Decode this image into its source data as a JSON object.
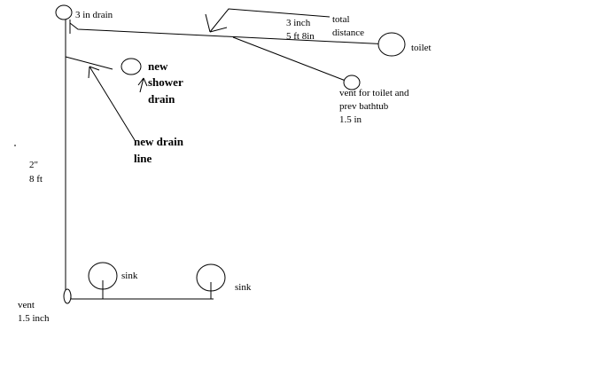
{
  "labels": {
    "main_drain": "3 in drain",
    "pipe_size_3inch": "3 inch",
    "pipe_length_5ft8in": "5 ft 8in",
    "total_distance_1": "total",
    "total_distance_2": "distance",
    "toilet": "toilet",
    "vent_toilet_1": "vent for toilet and",
    "vent_toilet_2": "prev bathtub",
    "vent_toilet_3": "1.5 in",
    "new_shower_1": "new",
    "new_shower_2": "shower",
    "new_shower_3": "drain",
    "new_drain_line_1": "new drain",
    "new_drain_line_2": "line",
    "stack_size": "2\"",
    "stack_length": "8 ft",
    "sink_1": "sink",
    "sink_2": "sink",
    "vent_bottom_1": "vent",
    "vent_bottom_2": "1.5 inch"
  }
}
